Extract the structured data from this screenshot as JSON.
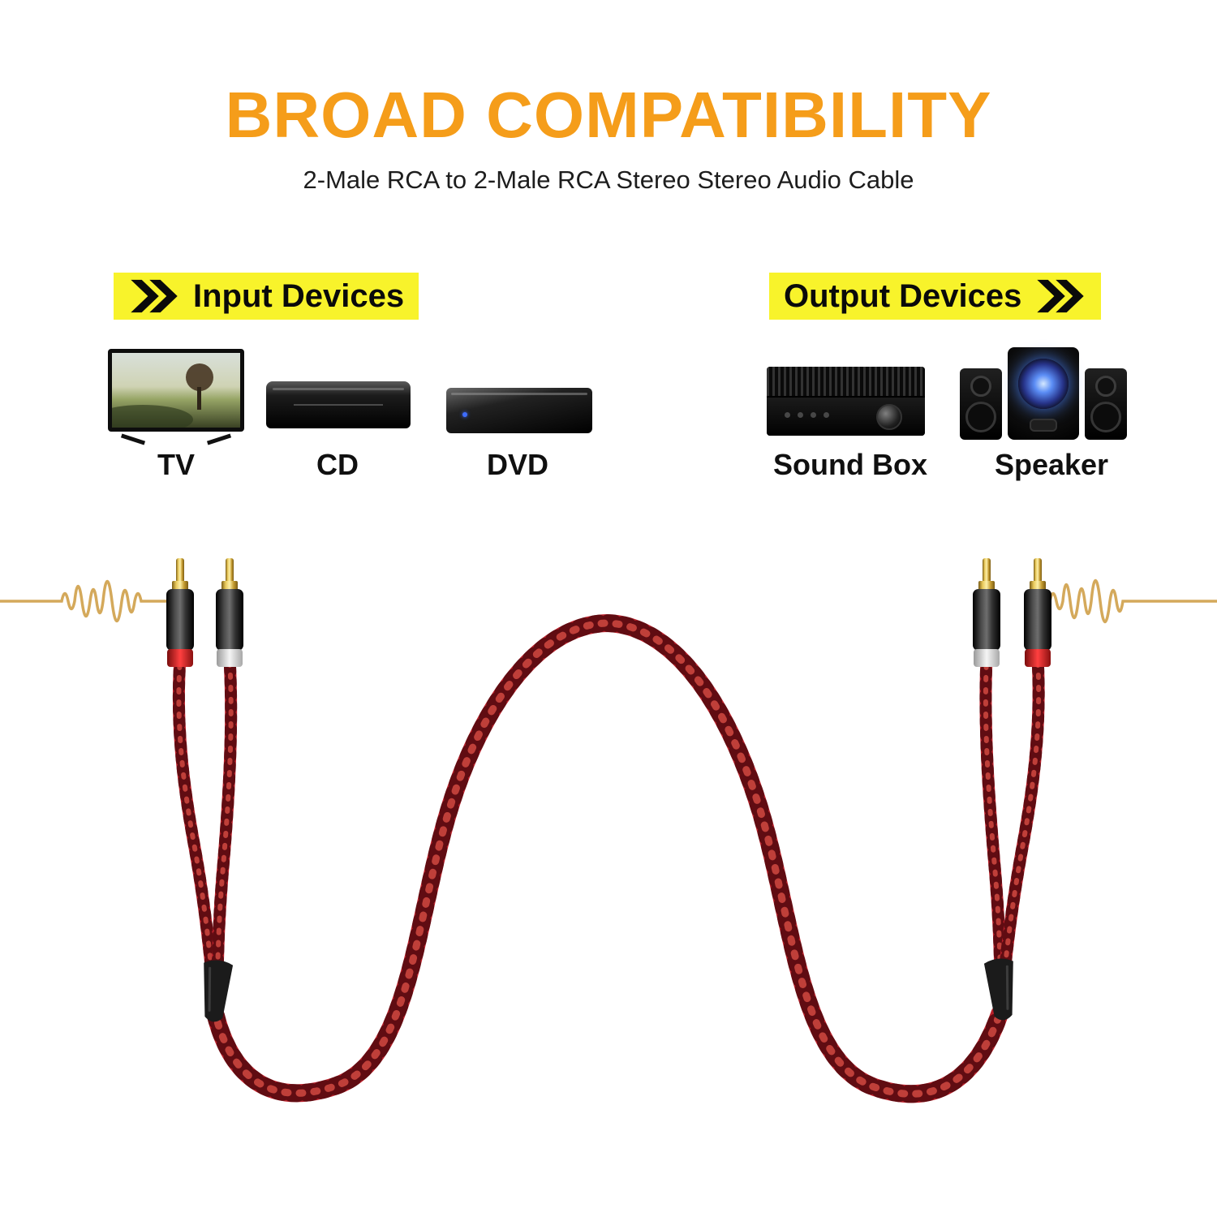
{
  "header": {
    "title": "BROAD COMPATIBILITY",
    "subtitle": "2-Male RCA to 2-Male RCA Stereo Stereo Audio Cable"
  },
  "input_section": {
    "label": "Input Devices",
    "devices": [
      {
        "name": "TV"
      },
      {
        "name": "CD"
      },
      {
        "name": "DVD"
      }
    ]
  },
  "output_section": {
    "label": "Output Devices",
    "devices": [
      {
        "name": "Sound Box"
      },
      {
        "name": "Speaker"
      }
    ]
  },
  "colors": {
    "title_orange": "#F59D1A",
    "highlight_yellow": "#F8F32B",
    "cable_red": "#B9202A",
    "wave_gold": "#D2A452",
    "connector_ring_red": "#E02424",
    "connector_ring_white": "#EDEDED"
  }
}
